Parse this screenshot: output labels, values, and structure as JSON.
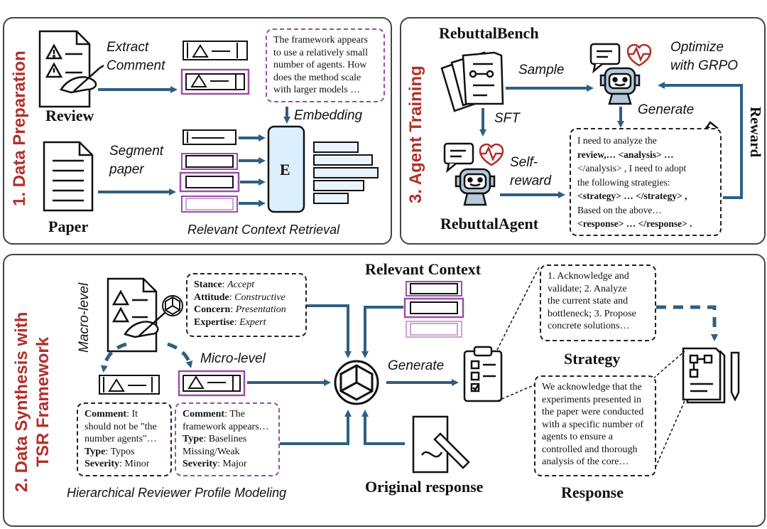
{
  "panel1": {
    "title": "1. Data Preparation",
    "review_label": "Review",
    "paper_label": "Paper",
    "extract_comment_line1": "Extract",
    "extract_comment_line2": "Comment",
    "segment_paper_line1": "Segment",
    "segment_paper_line2": "paper",
    "embedding_label": "Embedding",
    "encoder_letter": "E",
    "retrieval_label": "Relevant Context Retrieval",
    "comment_box_lines": [
      "The framework appears",
      "to use a relatively small",
      "number of agents. How",
      "does the method scale",
      "with larger models …"
    ]
  },
  "panel3": {
    "title": "3. Agent Training",
    "bench_label": "RebuttalBench",
    "sample_label": "Sample",
    "sft_label": "SFT",
    "optimize_line1": "Optimize",
    "optimize_line2": "with GRPO",
    "generate_label": "Generate",
    "self_reward_line1": "Self-",
    "self_reward_line2": "reward",
    "reward_label": "Reward",
    "agent_label": "RebuttalAgent",
    "gen_box_lines": [
      "I need to analyze the",
      "review,… <analysis> …",
      "</analysis> , I need to adopt",
      "the following strategies:",
      "<strategy> … </strategy> ,",
      "Based on the above…",
      "<response> … </response> ."
    ]
  },
  "panel2": {
    "title_line1": "2. Data Synthesis with",
    "title_line2": "TSR Framework",
    "macro_label": "Macro-level",
    "micro_label": "Micro-level",
    "relevant_context_label": "Relevant Context",
    "generate_label": "Generate",
    "strategy_label": "Strategy",
    "response_label": "Response",
    "original_response_label": "Original response",
    "hierarchical_label": "Hierarchical Reviewer Profile Modeling",
    "profile": [
      {
        "key": "Stance",
        "value": "Accept"
      },
      {
        "key": "Attitude",
        "value": "Constructive"
      },
      {
        "key": "Concern",
        "value": "Presentation"
      },
      {
        "key": "Expertise",
        "value": "Expert"
      }
    ],
    "left_comment": {
      "comment_key": "Comment",
      "comment_line1": "It",
      "comment_line2": "should not be \"the",
      "comment_line3": "number agents\"…",
      "type_key": "Type",
      "type_value": "Typos",
      "severity_key": "Severity",
      "severity_value": "Minor"
    },
    "right_comment": {
      "comment_key": "Comment",
      "comment_line1": "The",
      "comment_line2": "framework appears…",
      "type_key": "Type",
      "type_value": "Baselines",
      "type_line2": "Missing/Weak",
      "severity_key": "Severity",
      "severity_value": "Major"
    },
    "strategy_box_lines": [
      "1. Acknowledge and",
      "validate; 2. Analyze",
      "the current state and",
      "bottleneck; 3. Propose",
      "concrete solutions…"
    ],
    "response_box_lines": [
      "We acknowledge that the",
      "experiments presented in",
      "the paper were conducted",
      "with a specific number of",
      "agents to ensure a",
      "controlled and thorough",
      "analysis of the core…"
    ]
  },
  "colors": {
    "arrow_blue": "#2f5f82",
    "title_red": "#b0302c",
    "accent_purple": "#9a4fa8",
    "encoder_fill": "#dcefff",
    "bar_fill": "#eaf4fc"
  }
}
